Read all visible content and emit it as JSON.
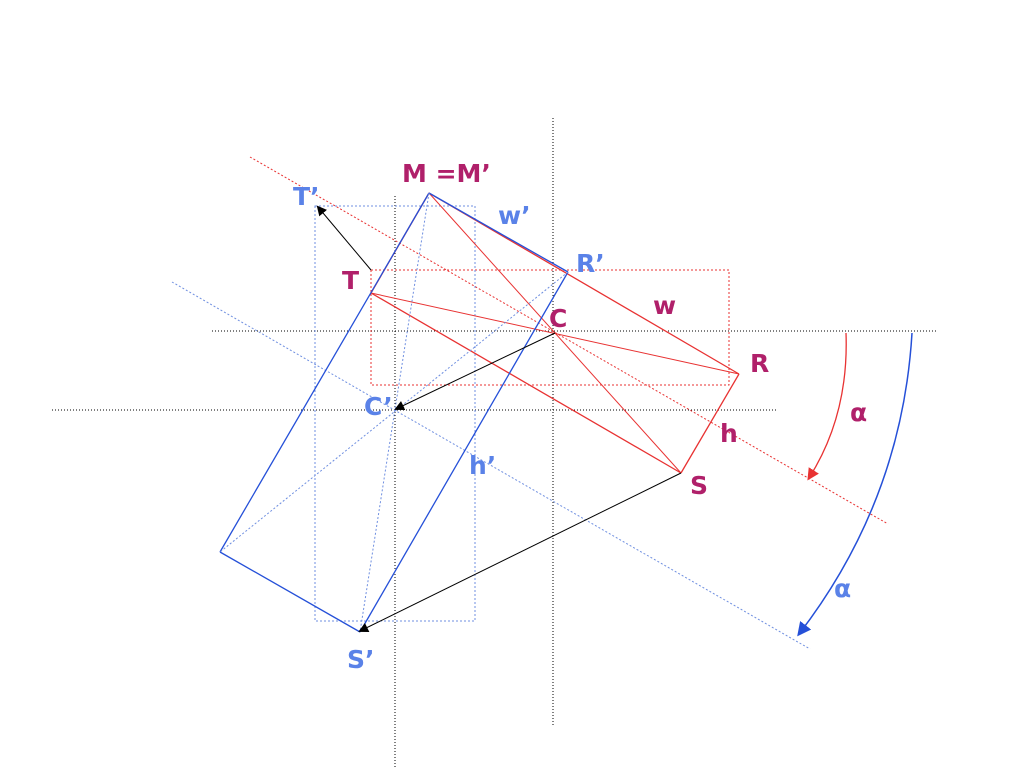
{
  "colors": {
    "original": "#e83232",
    "rotated": "#2550d8",
    "rotated_light": "#6f8fe0",
    "label_original": "#b0206a",
    "label_rotated": "#5a82e8",
    "connector": "#000000",
    "guide": "#000000"
  },
  "labels": {
    "m_eq_m_prime": "M =M’",
    "t": "T",
    "c": "C",
    "r": "R",
    "s": "S",
    "w": "w",
    "h": "h",
    "alpha_original": "α",
    "t_prime": "T’",
    "r_prime": "R’",
    "c_prime": "C’",
    "s_prime": "S’",
    "w_prime": "w’",
    "h_prime": "h’",
    "alpha_rotated": "α"
  }
}
